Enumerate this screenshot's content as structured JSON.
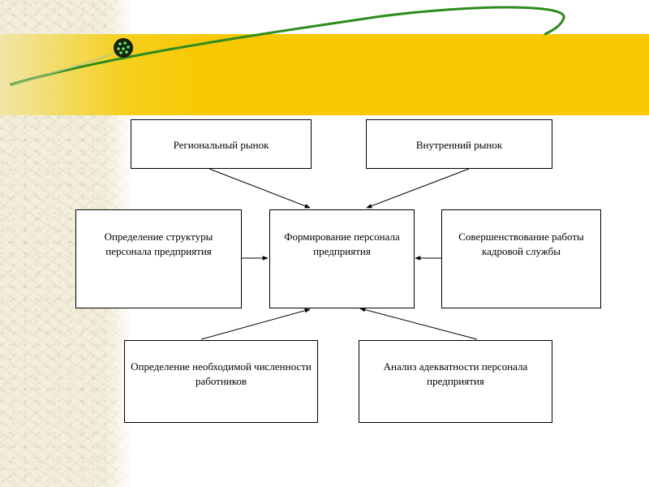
{
  "diagram": {
    "nodes": {
      "regional_market": {
        "label": "Региональный рынок"
      },
      "internal_market": {
        "label": "Внутренний рынок"
      },
      "structure_definition": {
        "label": "Определение структуры персонала предприятия"
      },
      "formation": {
        "label": "Формирование персонала предприятия"
      },
      "hr_improvement": {
        "label": "Совершенствование работы кадровой службы"
      },
      "headcount_definition": {
        "label": "Определение необходимой численности работников"
      },
      "adequacy_analysis": {
        "label": "Анализ адекватности персонала предприятия"
      }
    },
    "edges": [
      {
        "from": "regional_market",
        "to": "formation"
      },
      {
        "from": "internal_market",
        "to": "formation"
      },
      {
        "from": "structure_definition",
        "to": "formation"
      },
      {
        "from": "hr_improvement",
        "to": "formation"
      },
      {
        "from": "headcount_definition",
        "to": "formation"
      },
      {
        "from": "adequacy_analysis",
        "to": "formation"
      }
    ]
  },
  "theme": {
    "accent_band": "#f8c800",
    "curve_stroke": "#2e8b1e",
    "box_border": "#000000",
    "arrow_color": "#000000"
  }
}
